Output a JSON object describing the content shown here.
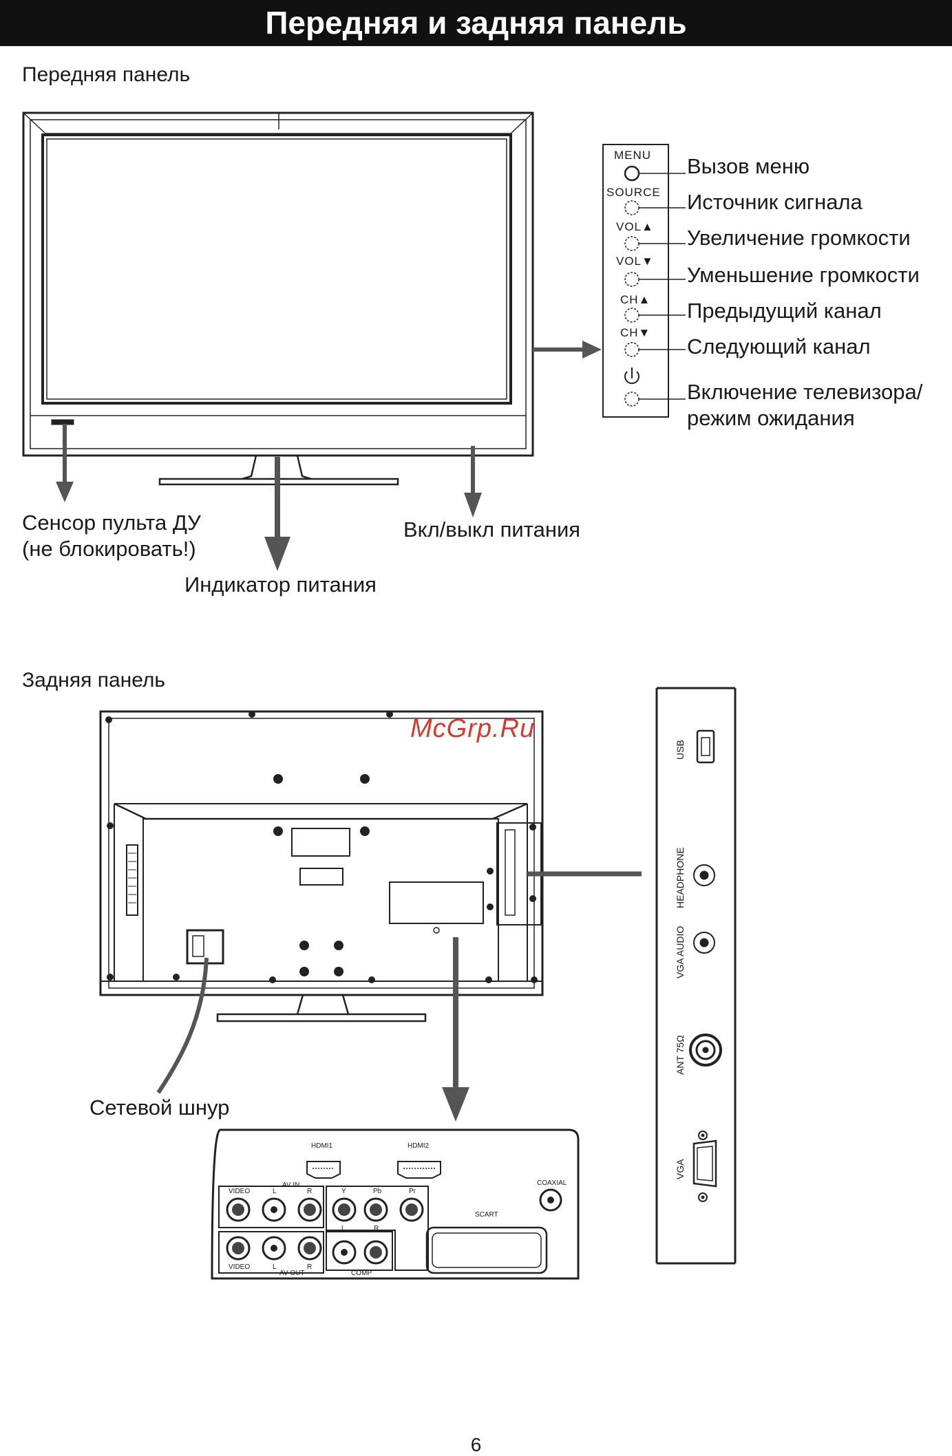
{
  "header": {
    "title": "Передняя и задняя панель"
  },
  "front": {
    "section_label": "Передняя панель",
    "keypad": [
      "MENU",
      "SOURCE",
      "VOL▲",
      "VOL▼",
      "CH▲",
      "CH▼"
    ],
    "functions": {
      "menu": "Вызов меню",
      "source": "Источник сигнала",
      "vol_up": "Увеличение громкости",
      "vol_down": "Уменьшение громкости",
      "ch_up": "Предыдущий канал",
      "ch_down": "Следующий канал",
      "power_line1": "Включение телевизора/",
      "power_line2": "режим ожидания"
    },
    "callouts": {
      "sensor_line1": "Сенсор пульта ДУ",
      "sensor_line2": "(не блокировать!)",
      "power_indicator": "Индикатор питания",
      "power_switch": "Вкл/выкл питания"
    }
  },
  "rear": {
    "section_label": "Задняя панель",
    "power_cord": "Сетевой шнур",
    "side_ports": [
      "USB",
      "HEADPHONE",
      "VGA AUDIO",
      "ANT 75Ω",
      "VGA"
    ],
    "bottom_ports": {
      "hdmi1": "HDMI1",
      "hdmi2": "HDMI2",
      "av_in": "AV IN",
      "av_out": "AV OUT",
      "video": "VIDEO",
      "l": "L",
      "r": "R",
      "y": "Y",
      "pb": "Pb",
      "pr": "Pr",
      "comp": "COMP",
      "coaxial": "COAXIAL",
      "scart": "SCART"
    }
  },
  "watermark": "McGrp.Ru",
  "page_number": "6"
}
